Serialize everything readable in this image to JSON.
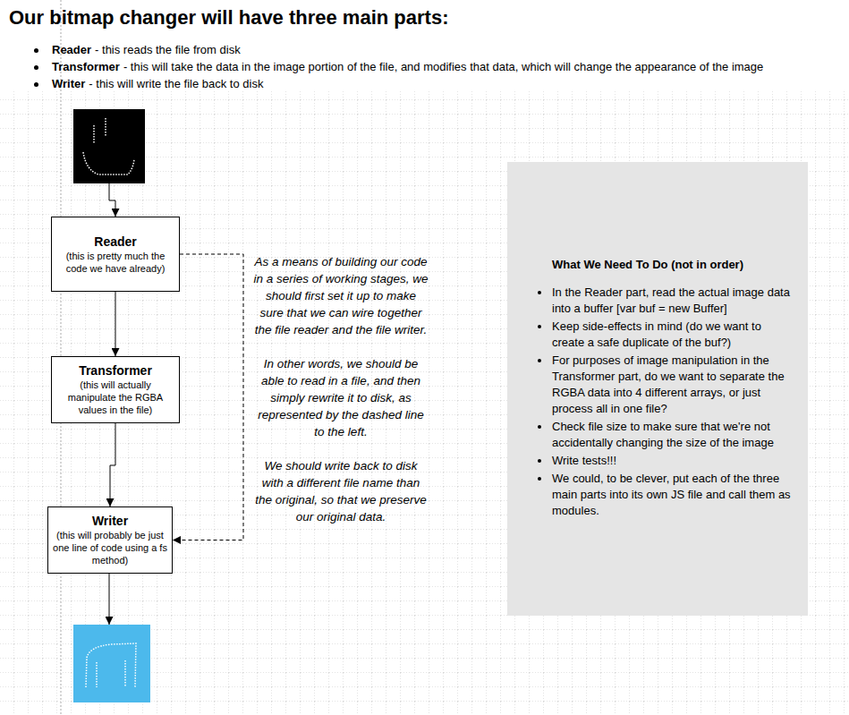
{
  "diagram": {
    "title": "Our bitmap changer will have three main parts:",
    "nodes": [
      {
        "text": [
          "Reader",
          "(this is pretty much the code we have already)"
        ]
      },
      {
        "text": [
          "Transformer",
          "(this will actually manipulate the RGBA values in the file)"
        ]
      },
      {
        "text": [
          "Writer",
          "(this will probably be just one line of code using a fs method)"
        ]
      },
      {
        "text": [
          "What We Need To Do (not in order)",
          "In the Reader part, read the actual image data into a buffer [var buf = new Buffer]",
          "Keep side-effects in mind (do we want to create a safe duplicate of the buf?)",
          "For purposes of image manipulation in the Transformer part, do we want to separate the RGBA data into 4 different arrays, or just process all in one file?",
          "Check file size to make sure that we're not accidentally changing the size of the image",
          "Write tests!!!",
          "We could, to be clever, put each of the three main parts into its own JS file and call them as modules."
        ]
      }
    ],
    "edges": [
      {
        "from": 0,
        "to": 1,
        "arrow": "to"
      },
      {
        "from": 1,
        "to": 2,
        "arrow": "to"
      },
      {
        "from": 0,
        "to": 2,
        "arrow": "to"
      }
    ],
    "labels": [
      "Reader",
      "- this reads the file from disk",
      "Transformer",
      "- this will take the data in the image portion of the file, and modifies that data, which will change the appearance of the image",
      "Writer",
      "- this will write the file back to disk",
      "As a means of building our code in a series of working stages, we should first set it up to make sure that we can wire together the file reader and the file writer.",
      "In other words, we should be able to read in a file, and then simply rewrite it to disk, as represented by the dashed line to the left.",
      "We should write back to disk with a different file name than the original, so that we preserve our original data."
    ]
  }
}
